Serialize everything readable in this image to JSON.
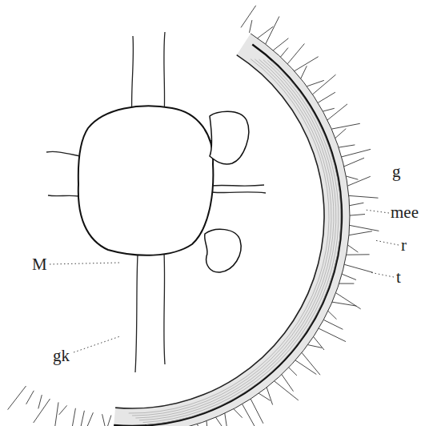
{
  "diagram": {
    "labels": [
      "g",
      "mee",
      "r",
      "t",
      "M",
      "gk"
    ]
  }
}
